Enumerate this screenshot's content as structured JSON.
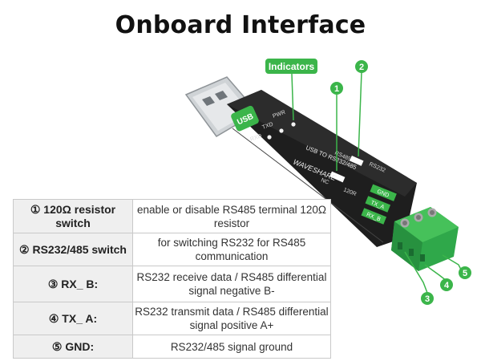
{
  "title": "Onboard Interface",
  "callouts": {
    "indicators": "Indicators",
    "n1": "1",
    "n2": "2",
    "n3": "3",
    "n4": "4",
    "n5": "5"
  },
  "board": {
    "usb_badge": "USB",
    "pwr": "PWR",
    "txd": "TXD",
    "rxd": "RXD",
    "rs485": "RS485",
    "rs232": "RS232",
    "model": "USB TO RS232/485",
    "brand": "WAVESHARE",
    "nc": "NC",
    "r120": "120R",
    "gnd": "GND",
    "txa": "TX_A",
    "rxb": "RX_B"
  },
  "rows": [
    {
      "key": "① 120Ω resistor switch",
      "val": "enable or disable RS485 terminal 120Ω resistor"
    },
    {
      "key": "② RS232/485 switch",
      "val": "for switching RS232 for RS485 communication"
    },
    {
      "key": "③ RX_ B:",
      "val": "RS232 receive data / RS485 differential signal negative B-"
    },
    {
      "key": "④ TX_ A:",
      "val": "RS232 transmit data / RS485 differential signal positive A+"
    },
    {
      "key": "⑤ GND:",
      "val": "RS232/485 signal ground"
    }
  ],
  "colors": {
    "accent_green": "#3bb54a",
    "body_black": "#1e1e1e"
  }
}
